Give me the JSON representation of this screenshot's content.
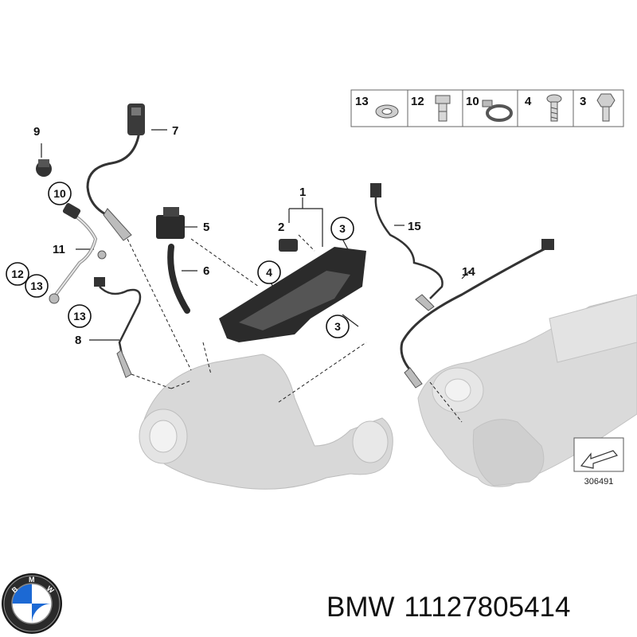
{
  "labels": {
    "l1": "1",
    "l2": "2",
    "l3a": "3",
    "l3b": "3",
    "l4": "4",
    "l5": "5",
    "l6": "6",
    "l7": "7",
    "l8": "8",
    "l9": "9",
    "l10": "10",
    "l11": "11",
    "l12": "12",
    "l13a": "13",
    "l13b": "13",
    "l14": "14",
    "l15": "15"
  },
  "legend": {
    "items": [
      {
        "num": "13",
        "icon": "washer-icon"
      },
      {
        "num": "12",
        "icon": "hollow-bolt-icon"
      },
      {
        "num": "10",
        "icon": "hose-clamp-icon"
      },
      {
        "num": "4",
        "icon": "screw-icon"
      },
      {
        "num": "3",
        "icon": "hex-bolt-icon"
      }
    ]
  },
  "diagram_code": "306491",
  "footer": {
    "brand": "BMW",
    "part_number": "11127805414"
  },
  "colors": {
    "line": "#222222",
    "part_gray": "#d6d6d6",
    "part_dark": "#2b2b2b",
    "bmw_blue": "#1c69d4"
  }
}
